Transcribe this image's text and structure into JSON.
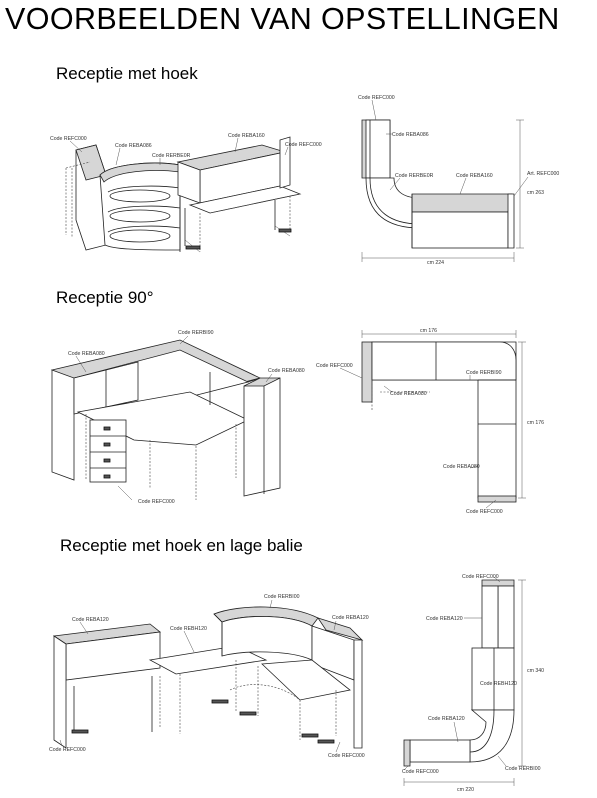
{
  "page": {
    "title": "VOORBEELDEN VAN OPSTELLINGEN"
  },
  "sections": [
    {
      "heading": "Receptie met hoek",
      "perspective_labels": [
        "Code REFC000",
        "Code REBA086",
        "Code RERBE0R",
        "Code REBA160",
        "Code REFC000"
      ],
      "plan_labels": [
        "Code REFC000",
        "Code REBA086",
        "Code RERBE0R",
        "Code REBA160",
        "Art. REFC000",
        "cm 263",
        "cm 224"
      ]
    },
    {
      "heading": "Receptie 90°",
      "perspective_labels": [
        "Code RERBI90",
        "Code REBA080",
        "Code REBA080",
        "Code REFC000"
      ],
      "plan_labels": [
        "cm 176",
        "Code REFC000",
        "Code REBA080",
        "Code RERBI90",
        "cm 176",
        "Code REBA080",
        "Code REFC000"
      ]
    },
    {
      "heading": "Receptie met hoek en lage balie",
      "perspective_labels": [
        "Code RERBI00",
        "Code REBA120",
        "Code REBH120",
        "Code REBA120",
        "Code REFC000",
        "Code REFC000"
      ],
      "plan_labels": [
        "Code REFC000",
        "Code REBA120",
        "cm 340",
        "Code REBH120",
        "Code REBA120",
        "Code REFC000",
        "Code RERBI00",
        "cm 220"
      ]
    }
  ]
}
